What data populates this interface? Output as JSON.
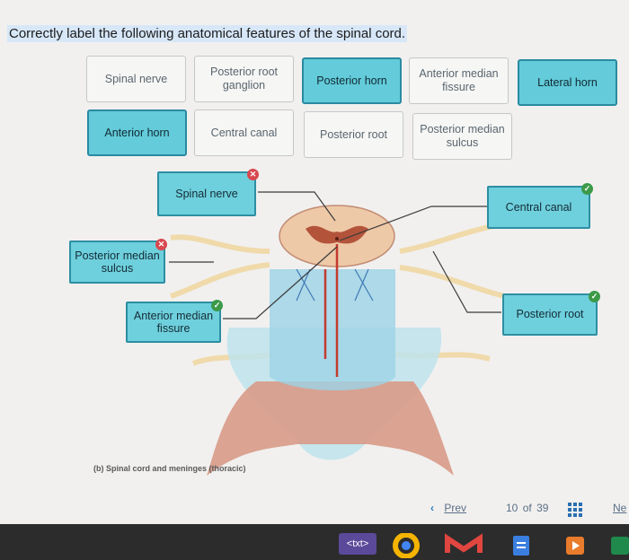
{
  "question": "Correctly label the following anatomical features of the spinal cord.",
  "label_bank": [
    {
      "label": "Spinal nerve",
      "state": "used"
    },
    {
      "label": "Posterior root ganglion",
      "state": "used"
    },
    {
      "label": "Posterior horn",
      "state": "available"
    },
    {
      "label": "Anterior median fissure",
      "state": "used"
    },
    {
      "label": "Lateral horn",
      "state": "available"
    },
    {
      "label": "Anterior horn",
      "state": "available"
    },
    {
      "label": "Central canal",
      "state": "used"
    },
    {
      "label": "Posterior root",
      "state": "used"
    },
    {
      "label": "Posterior median sulcus",
      "state": "used"
    }
  ],
  "placed_labels": [
    {
      "label": "Spinal nerve",
      "status": "incorrect"
    },
    {
      "label": "Posterior median sulcus",
      "status": "incorrect"
    },
    {
      "label": "Anterior median fissure",
      "status": "correct"
    },
    {
      "label": "Central canal",
      "status": "correct"
    },
    {
      "label": "Posterior root",
      "status": "correct"
    }
  ],
  "figure_caption": "(b) Spinal cord and meninges (thoracic)",
  "pager": {
    "prev_label": "Prev",
    "page_current": "10",
    "page_of": "of",
    "page_total": "39",
    "next_label": "Ne"
  },
  "taskbar": {
    "txt_app": "<txt>"
  },
  "icons": {
    "wrong": "x-icon",
    "right": "checkmark-icon",
    "prev": "chevron-left-icon",
    "grid": "grid-icon"
  },
  "colors": {
    "label_fill": "#6fd0dd",
    "label_border": "#2d8ea2",
    "correct": "#3c9a49",
    "incorrect": "#d9474f",
    "highlight": "#d7e7f8"
  }
}
